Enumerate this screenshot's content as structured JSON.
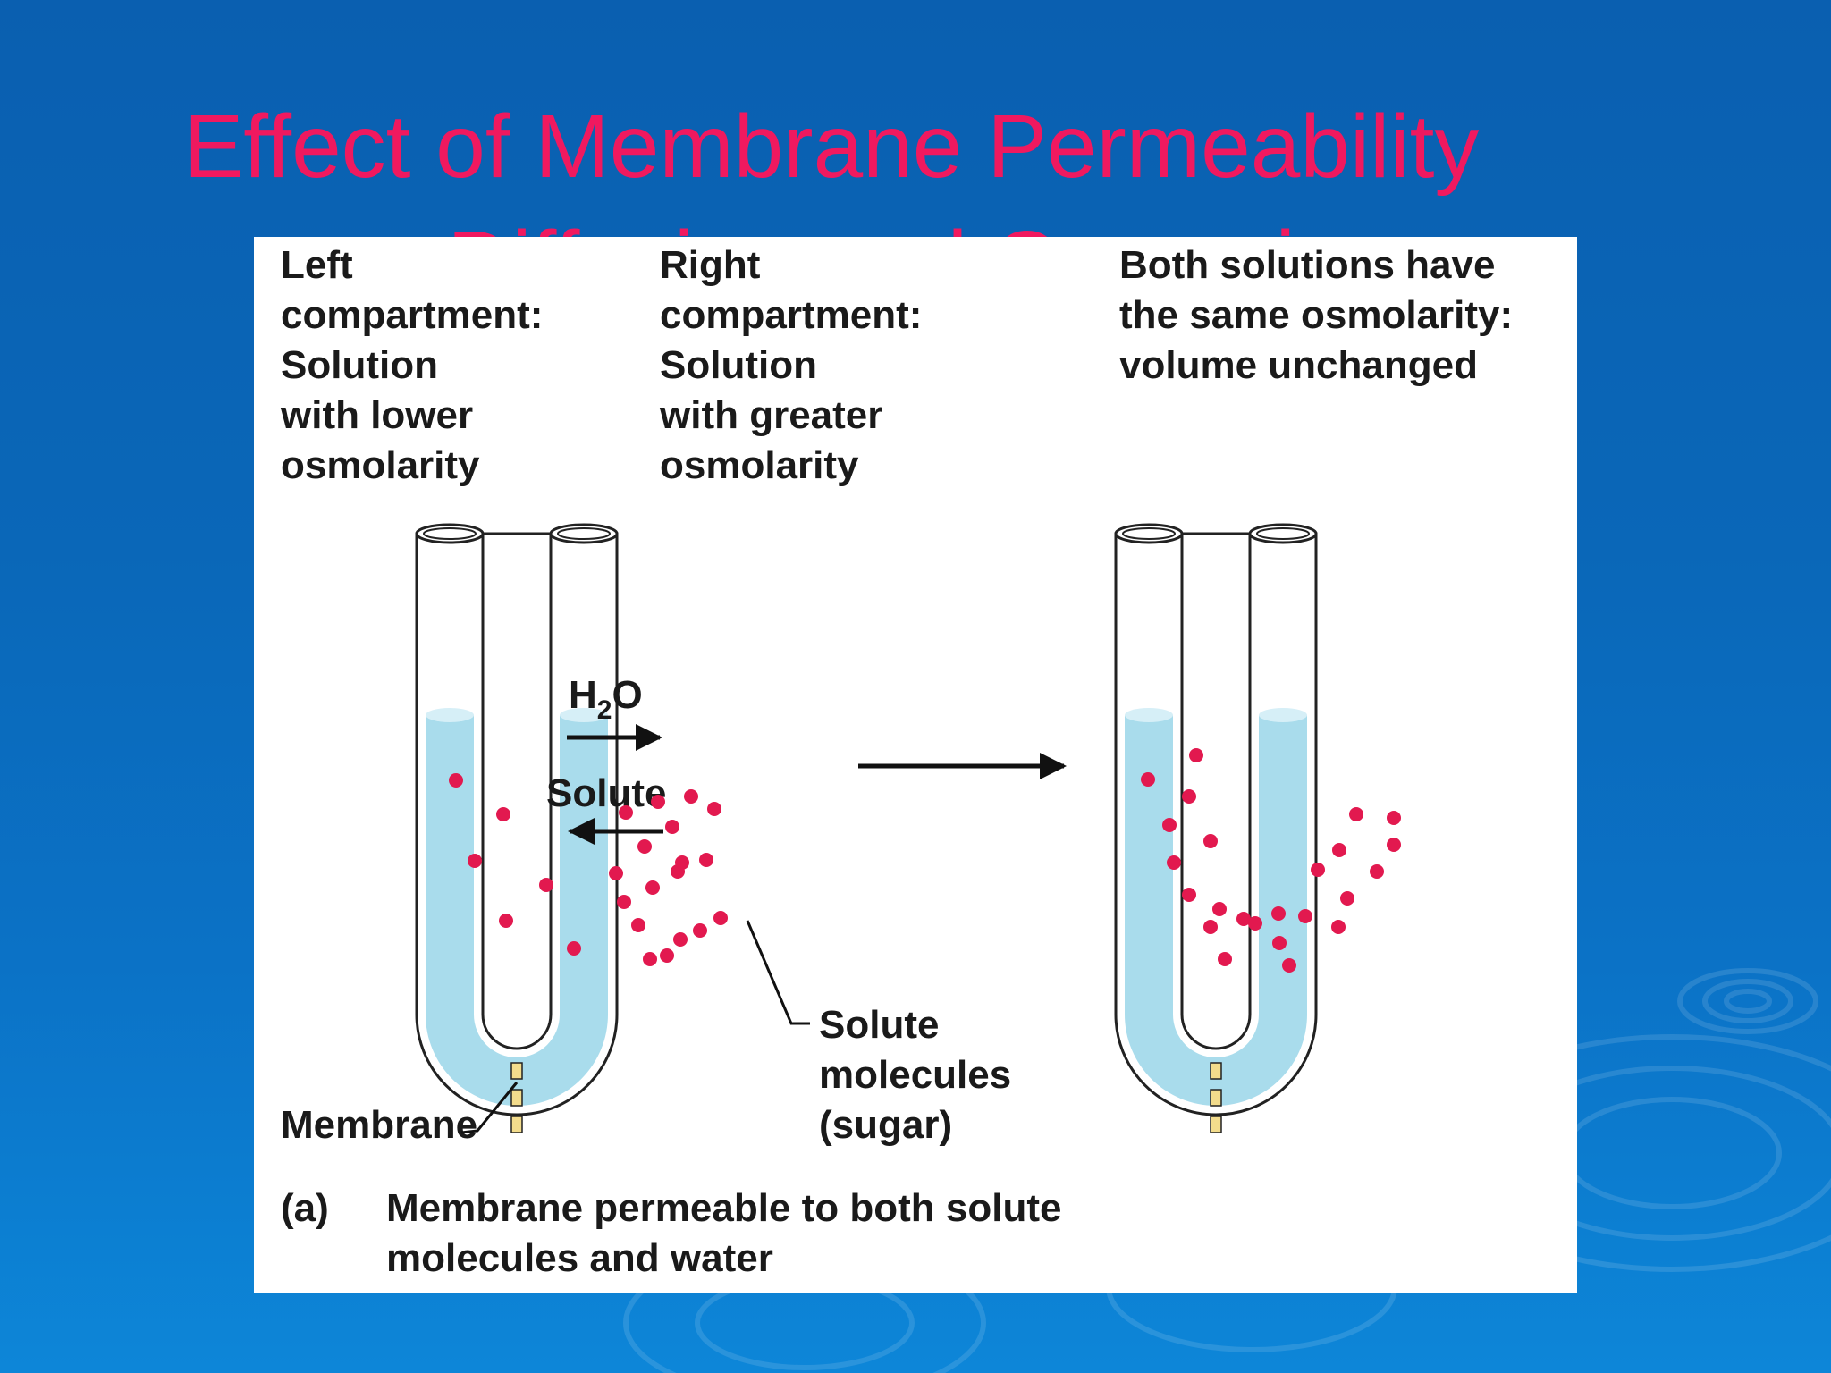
{
  "slide": {
    "title_line1": "Effect of Membrane Permeability",
    "title_line2": "on Diffusion and Osmosis"
  },
  "diagram": {
    "left_label": [
      "Left",
      "compartment:",
      "Solution",
      "with lower",
      "osmolarity"
    ],
    "right_label": [
      "Right",
      "compartment:",
      "Solution",
      "with greater",
      "osmolarity"
    ],
    "result_label": [
      "Both solutions have",
      "the same osmolarity:",
      "volume unchanged"
    ],
    "water_label": "H",
    "water_sub": "2",
    "water_tail": "O",
    "solute_arrow_label": "Solute",
    "solute_molecules_label": [
      "Solute",
      "molecules",
      "(sugar)"
    ],
    "membrane_label": "Membrane",
    "caption_tag": "(a)",
    "caption": [
      "Membrane permeable to both solute",
      "molecules and water"
    ]
  },
  "colors": {
    "title": "#f0195f",
    "solution": "#a9dcec",
    "solute": "#e2194f",
    "membrane_pore": "#f3dc8c"
  }
}
